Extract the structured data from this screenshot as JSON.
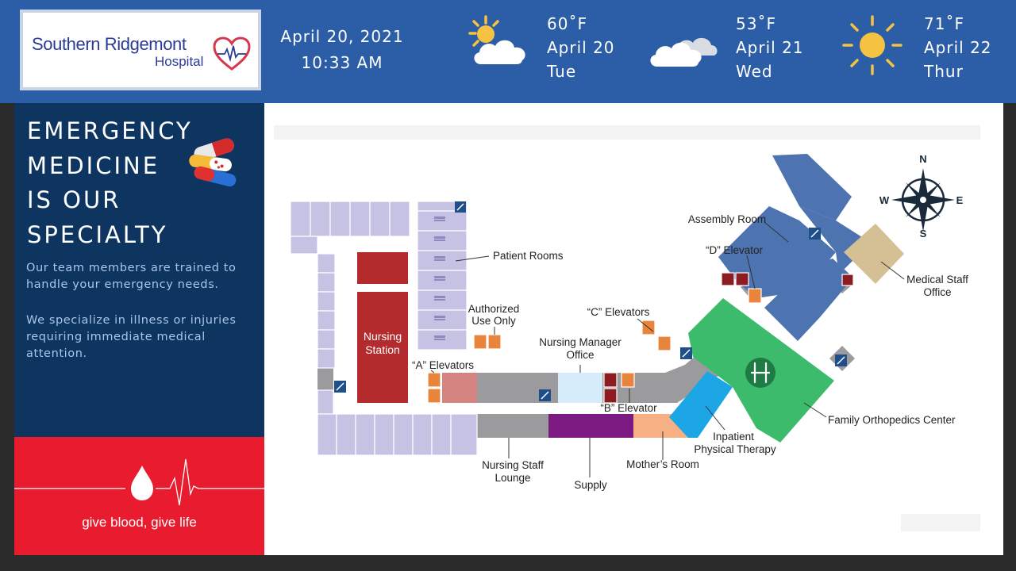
{
  "header": {
    "logo": {
      "line1": "Southern Ridgemont",
      "line2": "Hospital"
    },
    "date": "April 20, 2021",
    "time": "10:33 AM",
    "weather": [
      {
        "icon": "sun-cloud-icon",
        "temp": "60˚F",
        "date": "April 20",
        "day": "Tue"
      },
      {
        "icon": "cloud-icon",
        "temp": "53˚F",
        "date": "April 21",
        "day": "Wed"
      },
      {
        "icon": "sun-icon",
        "temp": "71˚F",
        "date": "April 22",
        "day": "Thur"
      }
    ]
  },
  "left": {
    "headline": [
      "EMERGENCY",
      "MEDICINE",
      "IS OUR",
      "SPECIALTY"
    ],
    "para1": "Our team members are trained to handle your emergency needs.",
    "para2": "We specialize in illness or injuries requiring immediate medical attention.",
    "blood_text": "give blood, give life"
  },
  "map": {
    "compass": {
      "n": "N",
      "e": "E",
      "s": "S",
      "w": "W"
    },
    "labels": {
      "patient_rooms": "Patient Rooms",
      "nursing_station_1": "Nursing",
      "nursing_station_2": "Station",
      "authorized_1": "Authorized",
      "authorized_2": "Use Only",
      "a_elevators": "“A” Elevators",
      "nursing_manager_1": "Nursing Manager",
      "nursing_manager_2": "Office",
      "b_elevator": "“B” Elevator",
      "c_elevators": "“C” Elevators",
      "d_elevator": "“D” Elevator",
      "assembly_room": "Assembly Room",
      "medical_staff_1": "Medical Staff",
      "medical_staff_2": "Office",
      "family_ortho": "Family Orthopedics Center",
      "inpatient_1": "Inpatient",
      "inpatient_2": "Physical Therapy",
      "mothers_room": "Mother’s Room",
      "supply": "Supply",
      "nursing_lounge_1": "Nursing Staff",
      "nursing_lounge_2": "Lounge"
    }
  },
  "colors": {
    "header_bg": "#2b5ea6",
    "left_panel_bg": "#0e3460",
    "blood_bg": "#e81c2e",
    "patient_room": "#c5c2e3",
    "corridor": "#9b9b9d",
    "nursing_station": "#b32b2c",
    "assembly_blue": "#4d73b0",
    "medical_staff_tan": "#d5bf95",
    "ortho_green": "#3dbb6d",
    "pt_blue": "#1ca6e6",
    "mothers_orange": "#f6b083",
    "supply_purple": "#7d1a81",
    "elevator_orange": "#e8843c"
  }
}
